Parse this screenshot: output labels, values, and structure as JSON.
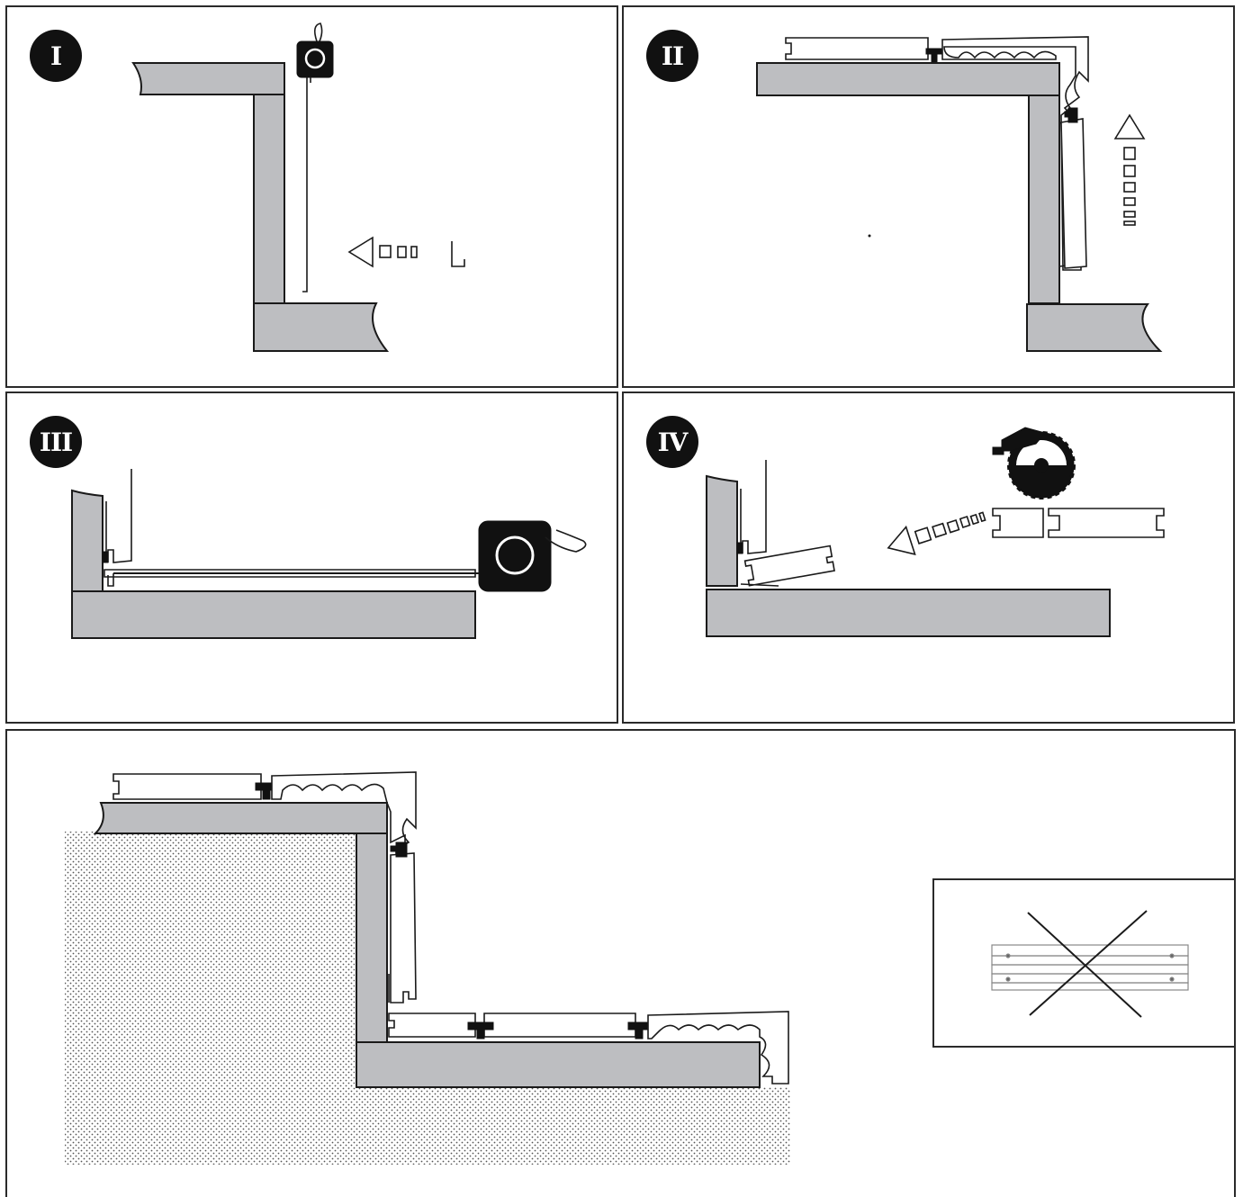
{
  "steps": [
    {
      "label": "I"
    },
    {
      "label": "II"
    },
    {
      "label": "III"
    },
    {
      "label": "IV"
    }
  ],
  "colors": {
    "slab": "#bdbec1",
    "ink": "#111111",
    "border": "#2a2a2a",
    "background": "#ffffff"
  },
  "icons": [
    "tape-measure-icon",
    "circular-saw-icon",
    "arrow-left-icon",
    "arrow-up-icon",
    "cross-icon",
    "gravel-texture"
  ]
}
